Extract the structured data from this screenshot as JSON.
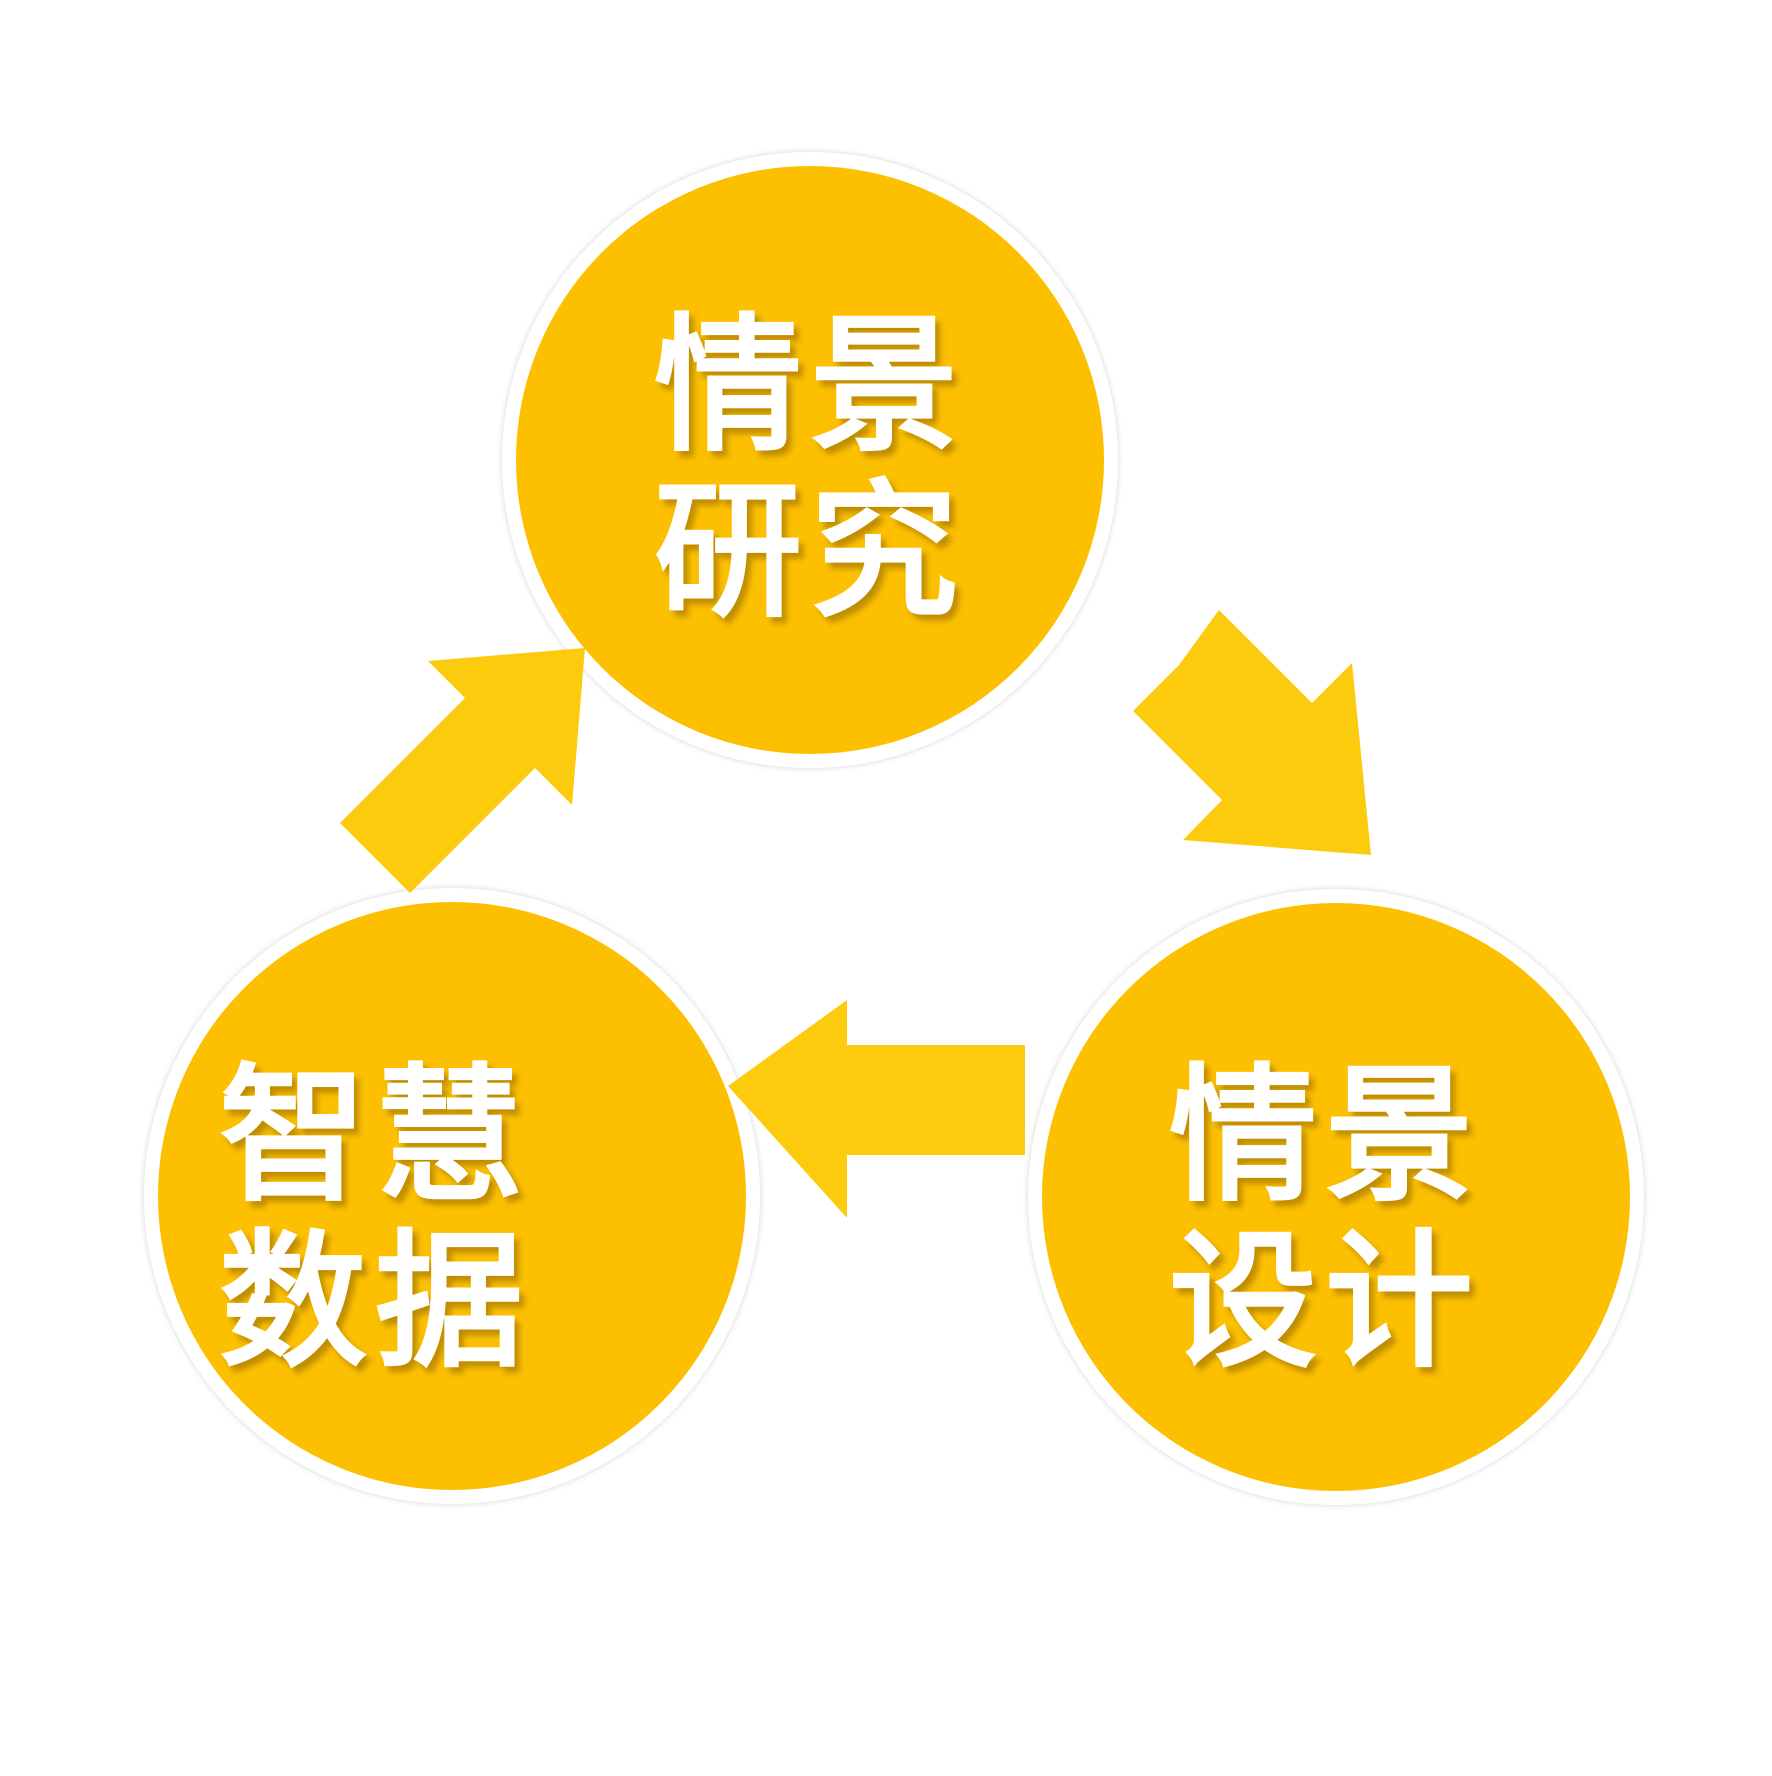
{
  "colors": {
    "circle_fill": "#FCC000",
    "circle_ring": "#FFFFFF",
    "arrow_fill": "#FDCB0E",
    "text": "#FFFFFF"
  },
  "nodes": {
    "top": {
      "line1": "情景",
      "line2": "研究"
    },
    "left": {
      "line1": "智慧",
      "line2": "数据"
    },
    "right": {
      "line1": "情景",
      "line2": "设计"
    }
  }
}
